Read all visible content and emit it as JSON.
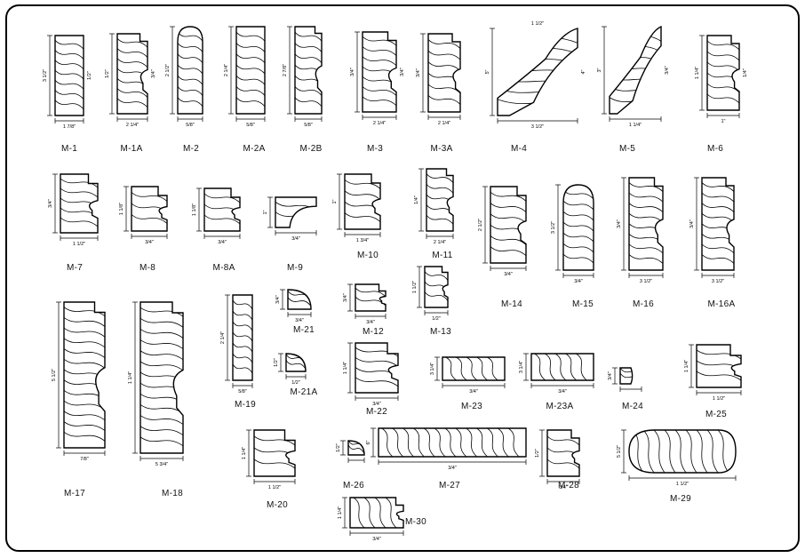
{
  "title": "",
  "profiles": [
    {
      "id": "m1",
      "label": "M-1",
      "kind": "rect",
      "dims": [
        "3 1/2\"",
        "1 7/8\"",
        "1/2\""
      ]
    },
    {
      "id": "m1a",
      "label": "M-1A",
      "kind": "step",
      "dims": [
        "1/2\"",
        "2 1/4\"",
        "3/4\""
      ]
    },
    {
      "id": "m2",
      "label": "M-2",
      "kind": "round",
      "dims": [
        "2 1/2\"",
        "5/8\""
      ]
    },
    {
      "id": "m2a",
      "label": "M-2A",
      "kind": "rect",
      "dims": [
        "2 1/4\"",
        "5/8\""
      ]
    },
    {
      "id": "m2b",
      "label": "M-2B",
      "kind": "step",
      "dims": [
        "2 7/8\"",
        "5/8\""
      ]
    },
    {
      "id": "m3",
      "label": "M-3",
      "kind": "step",
      "dims": [
        "3/4\"",
        "2 1/4\"",
        "3/4\""
      ]
    },
    {
      "id": "m3a",
      "label": "M-3A",
      "kind": "step",
      "dims": [
        "3/4\"",
        "2 1/4\""
      ]
    },
    {
      "id": "m4",
      "label": "M-4",
      "kind": "crown",
      "dims": [
        "5\"",
        "3 1/2\"",
        "4\"",
        "1 1/2\""
      ]
    },
    {
      "id": "m5",
      "label": "M-5",
      "kind": "crown",
      "dims": [
        "3\"",
        "1 1/4\"",
        "3/4\""
      ]
    },
    {
      "id": "m6",
      "label": "M-6",
      "kind": "step",
      "dims": [
        "1 1/4\"",
        "1\"",
        "1/4\""
      ]
    },
    {
      "id": "m7",
      "label": "M-7",
      "kind": "step",
      "dims": [
        "3/4\"",
        "1 1/2\""
      ]
    },
    {
      "id": "m8",
      "label": "M-8",
      "kind": "step",
      "dims": [
        "1 1/8\"",
        "3/4\""
      ]
    },
    {
      "id": "m8a",
      "label": "M-8A",
      "kind": "step",
      "dims": [
        "1 1/8\"",
        "3/4\""
      ]
    },
    {
      "id": "m9",
      "label": "M-9",
      "kind": "cove",
      "dims": [
        "1\"",
        "3/4\""
      ]
    },
    {
      "id": "m10",
      "label": "M-10",
      "kind": "step",
      "dims": [
        "1\"",
        "1 3/4\""
      ]
    },
    {
      "id": "m11",
      "label": "M-11",
      "kind": "step",
      "dims": [
        "1/4\"",
        "2 1/4\""
      ]
    },
    {
      "id": "m12",
      "label": "M-12",
      "kind": "step",
      "dims": [
        "3/4\"",
        "3/4\""
      ]
    },
    {
      "id": "m13",
      "label": "M-13",
      "kind": "step",
      "dims": [
        "1 1/2\"",
        "1/2\""
      ]
    },
    {
      "id": "m14",
      "label": "M-14",
      "kind": "step",
      "dims": [
        "2 1/2\"",
        "3/4\""
      ]
    },
    {
      "id": "m15",
      "label": "M-15",
      "kind": "round",
      "dims": [
        "3 1/2\"",
        "3/4\""
      ]
    },
    {
      "id": "m16",
      "label": "M-16",
      "kind": "step",
      "dims": [
        "3/4\"",
        "3 1/2\""
      ]
    },
    {
      "id": "m16a",
      "label": "M-16A",
      "kind": "step",
      "dims": [
        "3/4\"",
        "3 1/2\""
      ]
    },
    {
      "id": "m17",
      "label": "M-17",
      "kind": "step",
      "dims": [
        "5 1/2\"",
        "7/8\""
      ]
    },
    {
      "id": "m18",
      "label": "M-18",
      "kind": "step",
      "dims": [
        "1 1/4\"",
        "5 3/4\""
      ]
    },
    {
      "id": "m19",
      "label": "M-19",
      "kind": "rect",
      "dims": [
        "2 1/4\"",
        "5/8\""
      ]
    },
    {
      "id": "m20",
      "label": "M-20",
      "kind": "step",
      "dims": [
        "1 1/4\"",
        "1 1/2\""
      ]
    },
    {
      "id": "m21",
      "label": "M-21",
      "kind": "quarter",
      "dims": [
        "3/4\"",
        "3/4\""
      ]
    },
    {
      "id": "m21a",
      "label": "M-21A",
      "kind": "quarter",
      "dims": [
        "1/2\"",
        "1/2\""
      ]
    },
    {
      "id": "m22",
      "label": "M-22",
      "kind": "step",
      "dims": [
        "1 1/4\"",
        "3/4\""
      ]
    },
    {
      "id": "m23",
      "label": "M-23",
      "kind": "board",
      "dims": [
        "3 1/4\"",
        "3/4\""
      ]
    },
    {
      "id": "m23a",
      "label": "M-23A",
      "kind": "board",
      "dims": [
        "3 1/4\"",
        "3/4\""
      ]
    },
    {
      "id": "m24",
      "label": "M-24",
      "kind": "half",
      "dims": [
        "3/4\""
      ]
    },
    {
      "id": "m25",
      "label": "M-25",
      "kind": "step",
      "dims": [
        "1 1/4\"",
        "1 1/2\""
      ]
    },
    {
      "id": "m26",
      "label": "M-26",
      "kind": "quarter",
      "dims": [
        "1/2\""
      ]
    },
    {
      "id": "m27",
      "label": "M-27",
      "kind": "board",
      "dims": [
        "6\"",
        "3/4\""
      ]
    },
    {
      "id": "m28",
      "label": "M-28",
      "kind": "step",
      "dims": [
        "1/2\"",
        "3/4\""
      ]
    },
    {
      "id": "m29",
      "label": "M-29",
      "kind": "oval",
      "dims": [
        "5 1/2\"",
        "1 1/2\""
      ]
    },
    {
      "id": "m30",
      "label": "M-30",
      "kind": "step",
      "dims": [
        "1 1/4\"",
        "3/4\""
      ]
    }
  ]
}
